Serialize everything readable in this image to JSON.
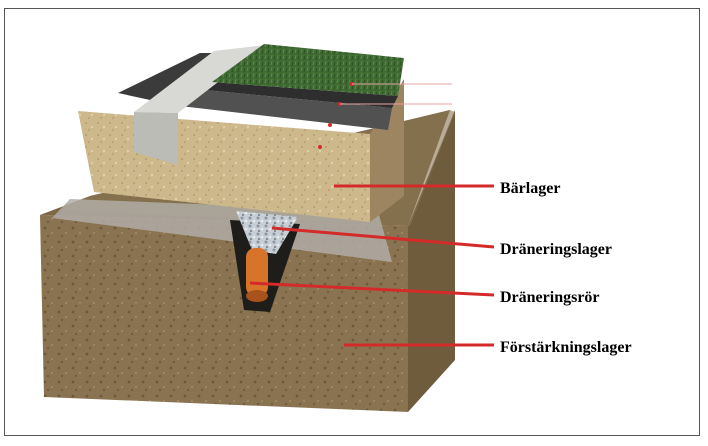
{
  "diagram": {
    "labels": [
      {
        "id": "barlager",
        "text": "Bärlager"
      },
      {
        "id": "dranering",
        "text": "Dräneringslager"
      },
      {
        "id": "ror",
        "text": "Dräneringsrör"
      },
      {
        "id": "forstarkning",
        "text": "Förstärkningslager"
      }
    ],
    "colors": {
      "leader": "#d42a2a",
      "grass": "#3f6b32",
      "asphalt": "#3a3b3a",
      "curb": "#d8d8d4",
      "bearing_layer": "#cdb88c",
      "reinforcement_layer": "#8a7350",
      "pipe": "#d8732a",
      "gravel": "#c7cfd6"
    }
  }
}
